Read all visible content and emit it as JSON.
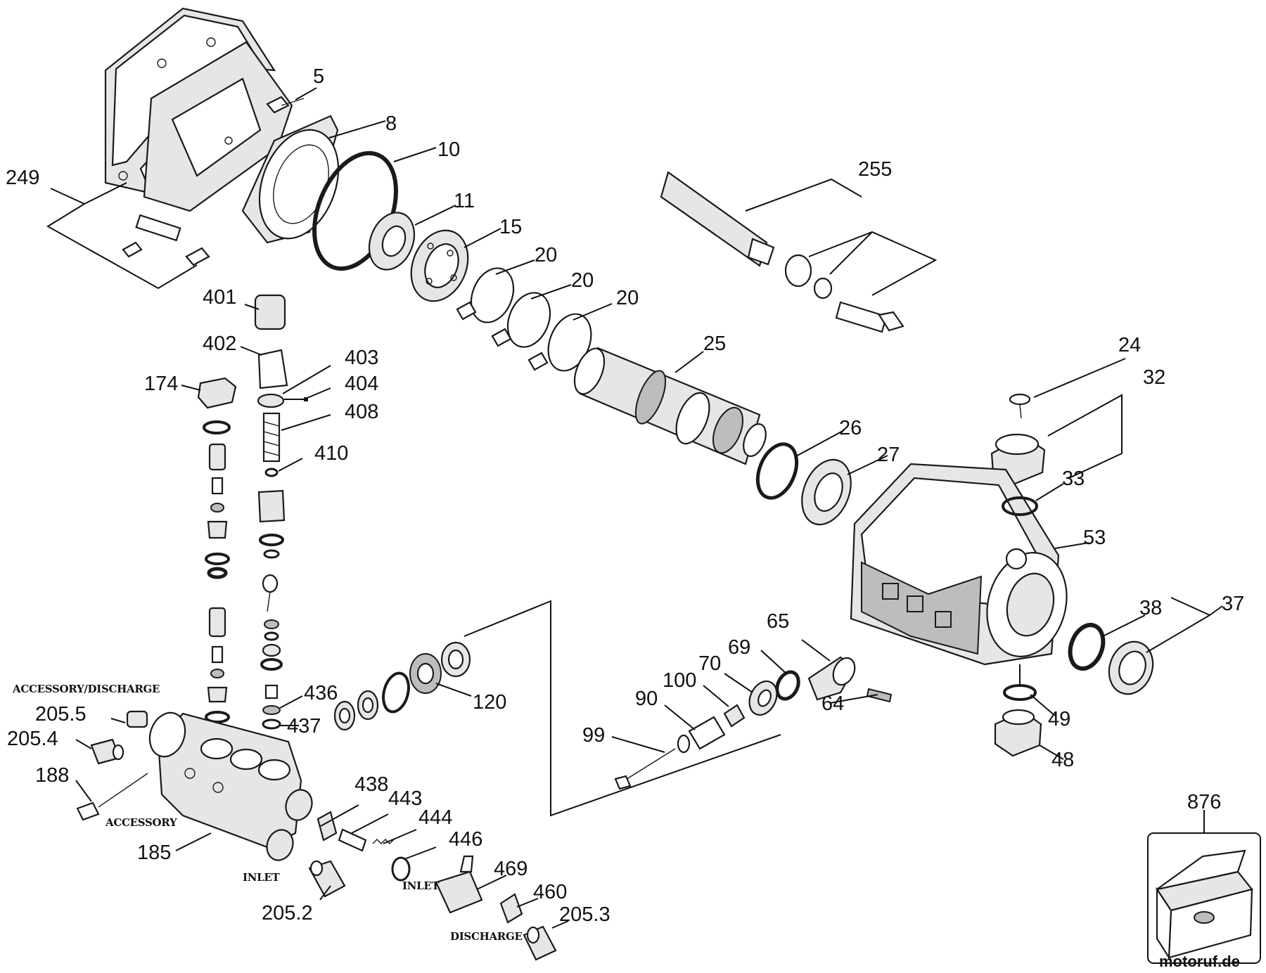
{
  "labels": {
    "p5": "5",
    "p8": "8",
    "p10": "10",
    "p11": "11",
    "p15": "15",
    "p20a": "20",
    "p20b": "20",
    "p20c": "20",
    "p249": "249",
    "p255": "255",
    "p25": "25",
    "p24": "24",
    "p32": "32",
    "p26": "26",
    "p27": "27",
    "p33": "33",
    "p53": "53",
    "p401": "401",
    "p402": "402",
    "p403": "403",
    "p404": "404",
    "p408": "408",
    "p410": "410",
    "p174": "174",
    "p436": "436",
    "p437": "437",
    "p120": "120",
    "p65": "65",
    "p69": "69",
    "p70": "70",
    "p100": "100",
    "p90": "90",
    "p99": "99",
    "p64": "64",
    "p38": "38",
    "p37": "37",
    "p49": "49",
    "p48": "48",
    "p205_5": "205.5",
    "p205_4": "205.4",
    "p188": "188",
    "p185": "185",
    "p438": "438",
    "p443": "443",
    "p444": "444",
    "p446": "446",
    "p469": "469",
    "p460": "460",
    "p205_3": "205.3",
    "p205_2": "205.2",
    "p876": "876"
  },
  "captions": {
    "accessory_discharge": "ACCESSORY/DISCHARGE",
    "accessory": "ACCESSORY",
    "inlet_main": "INLET",
    "inlet_small": "INLET",
    "discharge": "DISCHARGE"
  },
  "watermark": "motoruf.de"
}
